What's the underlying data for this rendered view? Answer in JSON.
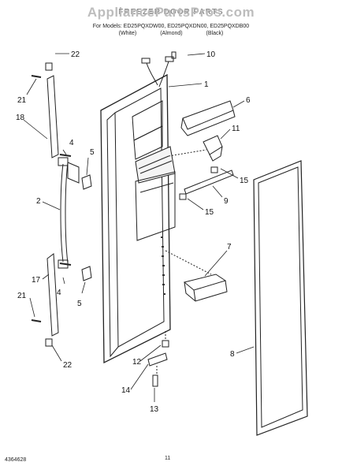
{
  "header": {
    "watermark": "AppliancePartsPros.com",
    "title": "FREEZER DOOR PARTS",
    "models_line": "For Models: ED25PQXDW00, ED25PQXDN00, ED25PQXDB00",
    "colors": [
      "(White)",
      "(Almond)",
      "(Black)"
    ]
  },
  "callouts": [
    "1",
    "2",
    "4",
    "4",
    "5",
    "5",
    "6",
    "7",
    "8",
    "9",
    "10",
    "11",
    "12",
    "13",
    "14",
    "15",
    "15",
    "17",
    "18",
    "21",
    "21",
    "22",
    "22"
  ],
  "footer": {
    "doc_number": "4364628",
    "page_number": "11"
  }
}
